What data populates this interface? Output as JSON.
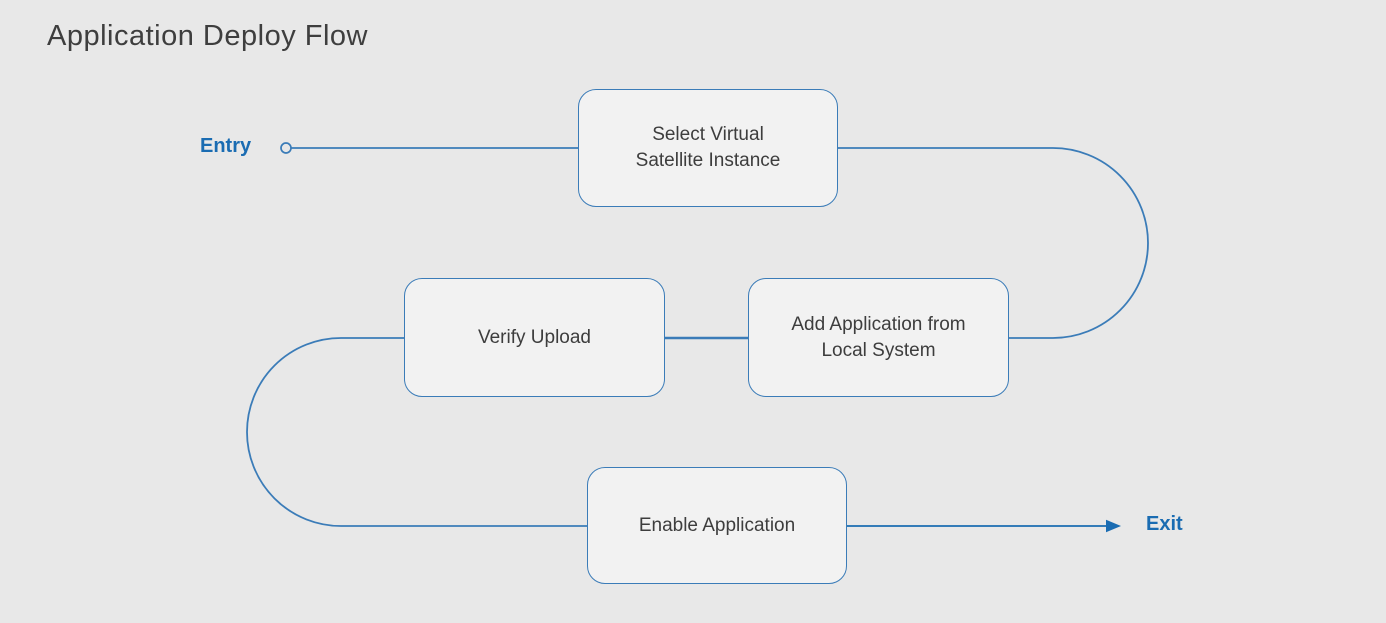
{
  "title": "Application Deploy Flow",
  "entry": {
    "label": "Entry"
  },
  "exit": {
    "label": "Exit"
  },
  "nodes": [
    {
      "id": "select-virtual-satellite-instance",
      "label": "Select Virtual\nSatellite Instance"
    },
    {
      "id": "verify-upload",
      "label": "Verify Upload"
    },
    {
      "id": "add-application-from-local-system",
      "label": "Add Application from\nLocal System"
    },
    {
      "id": "enable-application",
      "label": "Enable Application"
    }
  ],
  "edges": [
    {
      "from": "Entry",
      "to": "Select Virtual Satellite Instance"
    },
    {
      "from": "Select Virtual Satellite Instance",
      "to": "Add Application from Local System"
    },
    {
      "from": "Add Application from Local System",
      "to": "Verify Upload"
    },
    {
      "from": "Verify Upload",
      "to": "Enable Application"
    },
    {
      "from": "Enable Application",
      "to": "Exit"
    }
  ],
  "colors": {
    "background": "#e8e8e8",
    "node_fill": "#f2f2f2",
    "node_border": "#3b7cb8",
    "connector": "#3b7cb8",
    "terminal_text": "#1a6cb2",
    "node_text": "#3d3d3d",
    "title_text": "#3e3e3e"
  }
}
